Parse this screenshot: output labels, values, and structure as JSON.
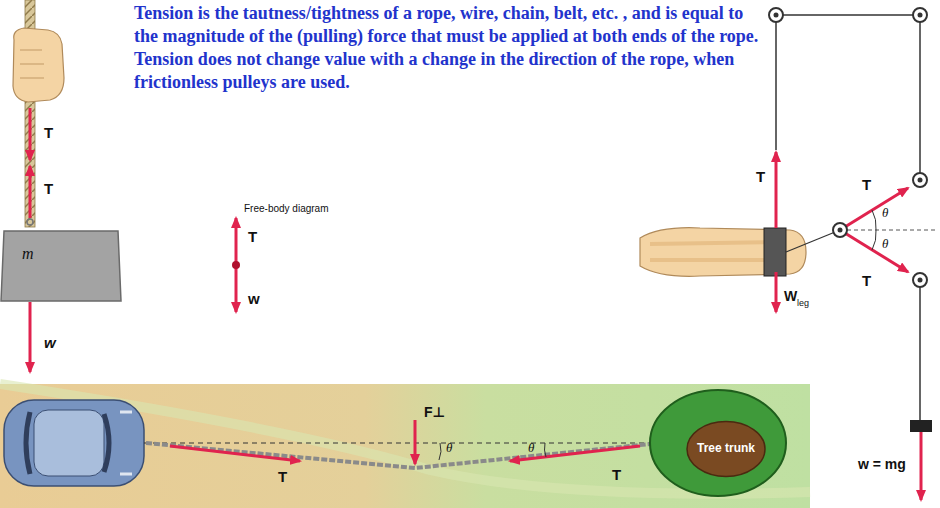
{
  "diagram": {
    "nodes": [
      {
        "text": [
          "m"
        ]
      },
      {
        "text": [
          "Tree trunk"
        ]
      }
    ],
    "labels": [
      "Tension is the tautness/tightness of a rope, wire, chain, belt, etc. , and is equal to the magnitude of the (pulling) force that must be applied at both ends of the rope. Tension does not change value with a change in the direction of the rope, when frictionless pulleys are used.",
      "T",
      "T",
      "w",
      "Free-body diagram",
      "T",
      "w",
      "T",
      "W",
      "leg",
      "T",
      "θ",
      "θ",
      "T",
      "w = mg",
      "T",
      "θ",
      "F⊥",
      "θ",
      "T"
    ]
  }
}
